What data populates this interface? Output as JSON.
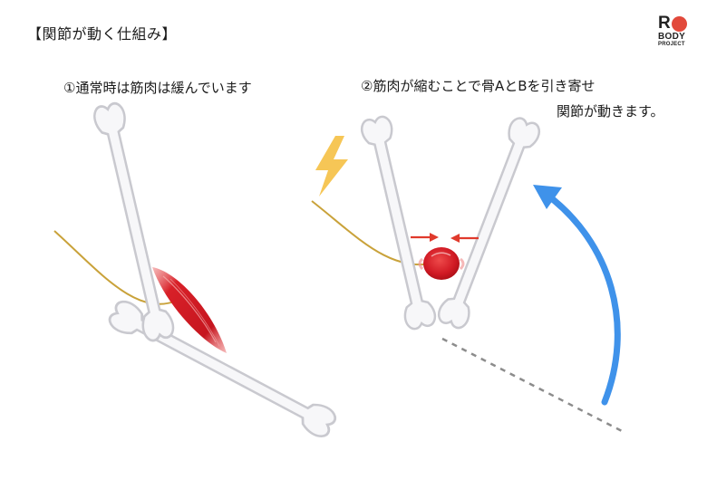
{
  "title": "【関節が動く仕組み】",
  "logo": {
    "letter": "R",
    "line2": "BODY",
    "line3": "PROJECT",
    "dot_color": "#e2493b"
  },
  "captions": {
    "relaxed": "①通常時は筋肉は緩んでいます",
    "contract_line1": "②筋肉が縮むことで骨AとBを引き寄せ",
    "contract_line2": "関節が動きます。"
  },
  "colors": {
    "bone_fill": "#f7f7f9",
    "bone_stroke": "#c9c9cf",
    "muscle": "#d3202a",
    "nerve": "#c9a23a",
    "lightning": "#f6c656",
    "motion_arrow": "#3f92ea",
    "contraction_arrow": "#e03a2c",
    "guide_line": "#8c8c8c"
  },
  "icons": {
    "signal": "lightning-icon",
    "motion": "curved-arrow-icon"
  }
}
